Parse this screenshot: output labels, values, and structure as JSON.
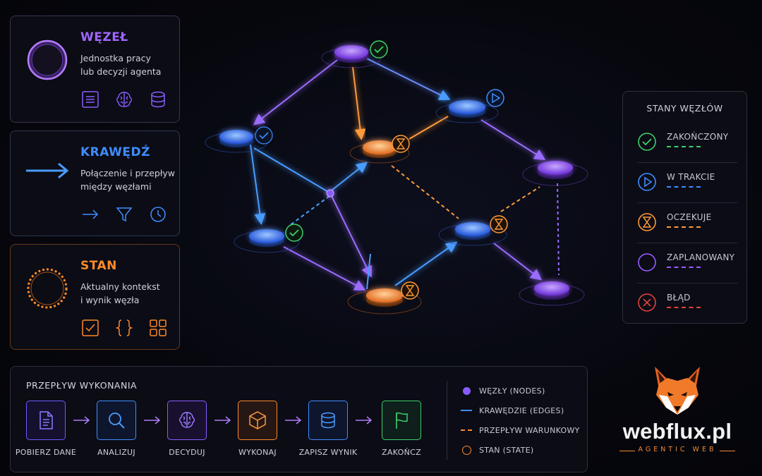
{
  "cards": {
    "node": {
      "title": "WĘZEŁ",
      "desc_line1": "Jednostka pracy",
      "desc_line2": "lub decyzji agenta",
      "color": "#a066ff",
      "icons": [
        "list-icon",
        "brain-icon",
        "database-icon"
      ]
    },
    "edge": {
      "title": "KRAWĘDŹ",
      "desc_line1": "Połączenie i przepływ",
      "desc_line2": "między węzłami",
      "color": "#3f8cff",
      "icons": [
        "arrow-right-icon",
        "filter-icon",
        "clock-icon"
      ]
    },
    "state": {
      "title": "STAN",
      "desc_line1": "Aktualny kontekst",
      "desc_line2": "i wynik węzła",
      "color": "#ff8a2a",
      "icons": [
        "checkbox-icon",
        "braces-icon",
        "grid-icon"
      ]
    }
  },
  "legend": {
    "title": "STANY WĘZŁÓW",
    "items": [
      {
        "label": "ZAKOŃCZONY",
        "color": "#3ecf6a",
        "icon": "check-circle-icon"
      },
      {
        "label": "W TRAKCIE",
        "color": "#3f8cff",
        "icon": "play-circle-icon"
      },
      {
        "label": "OCZEKUJE",
        "color": "#ff9a3a",
        "icon": "hourglass-circle-icon"
      },
      {
        "label": "ZAPLANOWANY",
        "color": "#9a5cff",
        "icon": "circle-icon"
      },
      {
        "label": "BŁĄD",
        "color": "#e2433c",
        "icon": "x-circle-icon"
      }
    ]
  },
  "flow": {
    "title": "PRZEPŁYW WYKONANIA",
    "steps": [
      {
        "label": "POBIERZ DANE",
        "color": "#7a5cff",
        "icon": "document-icon"
      },
      {
        "label": "ANALIZUJ",
        "color": "#3f8cff",
        "icon": "magnifier-icon"
      },
      {
        "label": "DECYDUJ",
        "color": "#a066ff",
        "icon": "brain-icon"
      },
      {
        "label": "WYKONAJ",
        "color": "#ff8a2a",
        "icon": "cube-icon"
      },
      {
        "label": "ZAPISZ WYNIK",
        "color": "#3f8cff",
        "icon": "database-icon"
      },
      {
        "label": "ZAKOŃCZ",
        "color": "#3ecf6a",
        "icon": "flag-icon"
      }
    ],
    "legend": [
      {
        "label": "WĘZŁY (NODES)",
        "color": "#8a5cff"
      },
      {
        "label": "KRAWĘDZIE (EDGES)",
        "color": "#3f8cff"
      },
      {
        "label": "PRZEPŁYW WARUNKOWY",
        "color": "#ff8a2a"
      },
      {
        "label": "STAN (STATE)",
        "color": "#ff8a2a"
      }
    ]
  },
  "brand": {
    "name": "webflux.pl",
    "tagline": "AGENTIC WEB"
  }
}
